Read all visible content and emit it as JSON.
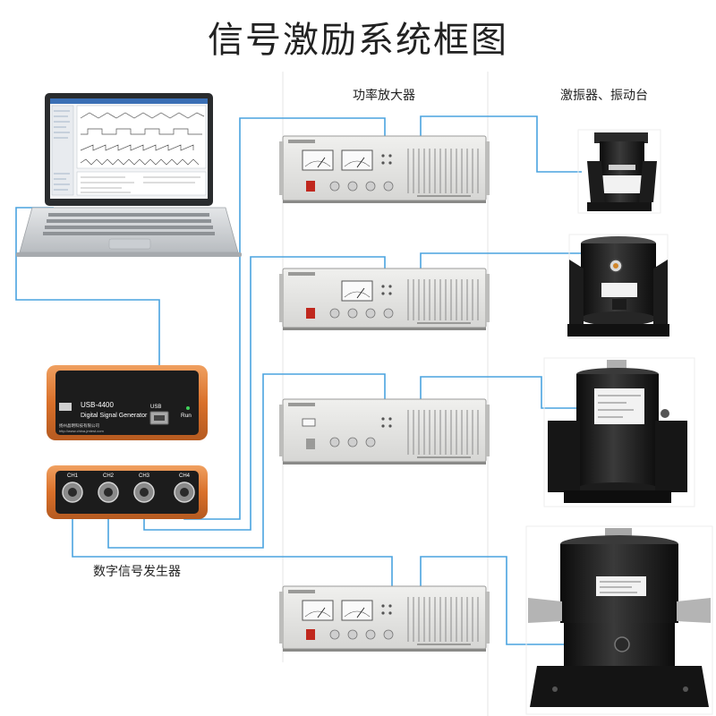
{
  "title": "信号激励系统框图",
  "labels": {
    "amplifier": "功率放大器",
    "shaker": "激振器、振动台",
    "generator": "数字信号发生器"
  },
  "generator_device": {
    "model": "USB-4400",
    "name": "Digital Signal Generator",
    "usb_label": "USB",
    "run_label": "Run",
    "company": "扬州晶明科技有限公司",
    "website": "http://www.china-jmtest.com",
    "channels": [
      "CH1",
      "CH2",
      "CH3",
      "CH4"
    ]
  },
  "colors": {
    "wire": "#4aa3df",
    "device_orange": "#e0803a",
    "device_black": "#1e1e1e",
    "amp_panel": "#e6e6e4"
  }
}
